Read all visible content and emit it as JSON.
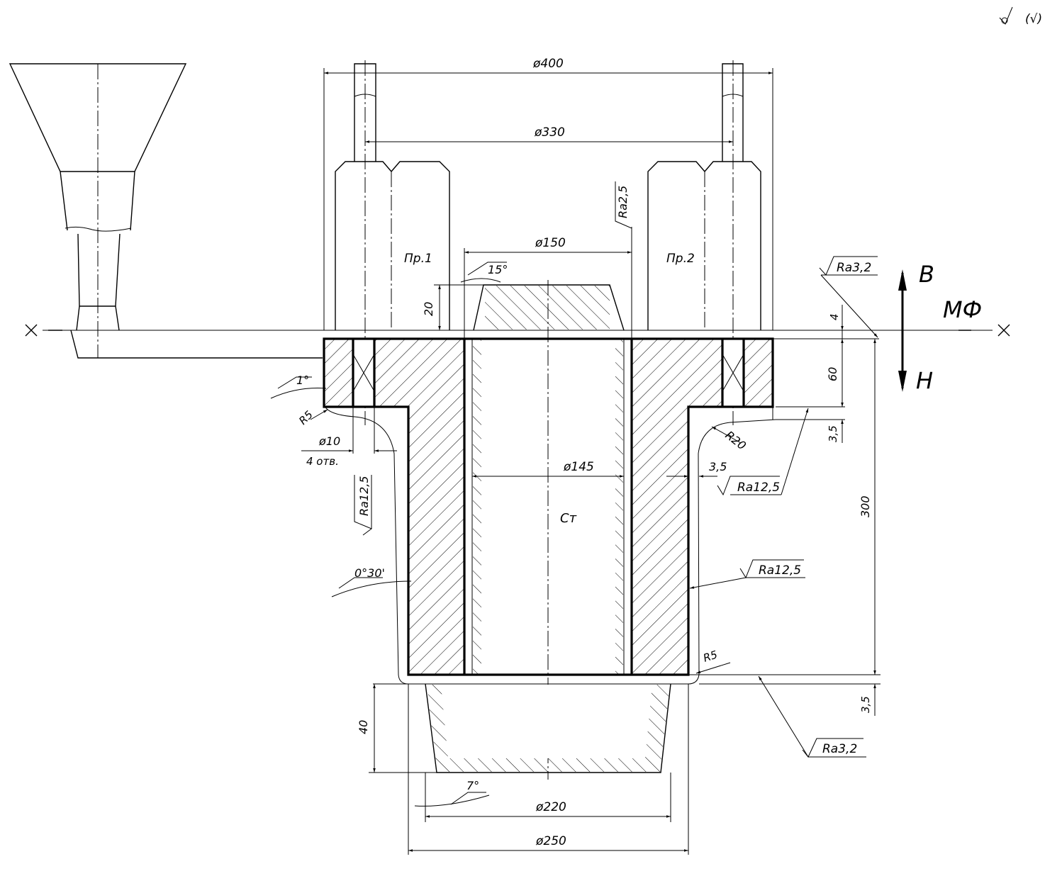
{
  "corner_symbol": "(√)",
  "directions": {
    "up": "В",
    "down": "Н",
    "main": "МФ"
  },
  "labels": {
    "pr1": "Пр.1",
    "pr2": "Пр.2",
    "part": "Ст",
    "holes": "4 отв."
  },
  "dimensions": {
    "d400": "ø400",
    "d330": "ø330",
    "d150": "ø150",
    "d145": "ø145",
    "d220": "ø220",
    "d250": "ø250",
    "d10": "ø10",
    "h20": "20",
    "h4": "4",
    "h60": "60",
    "h35a": "3,5",
    "h35b": "3,5",
    "h35c": "3,5",
    "h300": "300",
    "h40": "40",
    "r5a": "R5",
    "r5b": "R5",
    "r20": "R20",
    "a15": "15°",
    "a1": "1°",
    "a030": "0°30'",
    "a7": "7°"
  },
  "roughness": {
    "ra25": "Ra2,5",
    "ra32_top": "Ra3,2",
    "ra125_right1": "Ra12,5",
    "ra125_right2": "Ra12,5",
    "ra125_left": "Ra12,5",
    "ra32_bottom": "Ra3,2"
  }
}
